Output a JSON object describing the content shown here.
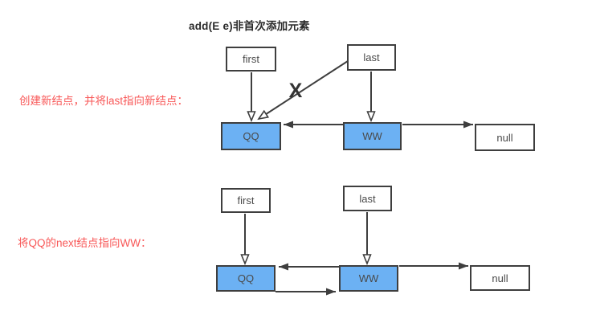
{
  "title": "add(E e)非首次添加元素",
  "colors": {
    "node_fill": "#6CB1F3",
    "line": "#3E3E3E",
    "note": "#F85757"
  },
  "step1": {
    "note": "创建新结点，并将last指向新结点：",
    "cross_label": "X",
    "nodes": {
      "first": "first",
      "last": "last",
      "qq": "QQ",
      "ww": "WW",
      "nullref": "null"
    }
  },
  "step2": {
    "note": "将QQ的next结点指向WW：",
    "nodes": {
      "first": "first",
      "last": "last",
      "qq": "QQ",
      "ww": "WW",
      "nullref": "null"
    }
  }
}
